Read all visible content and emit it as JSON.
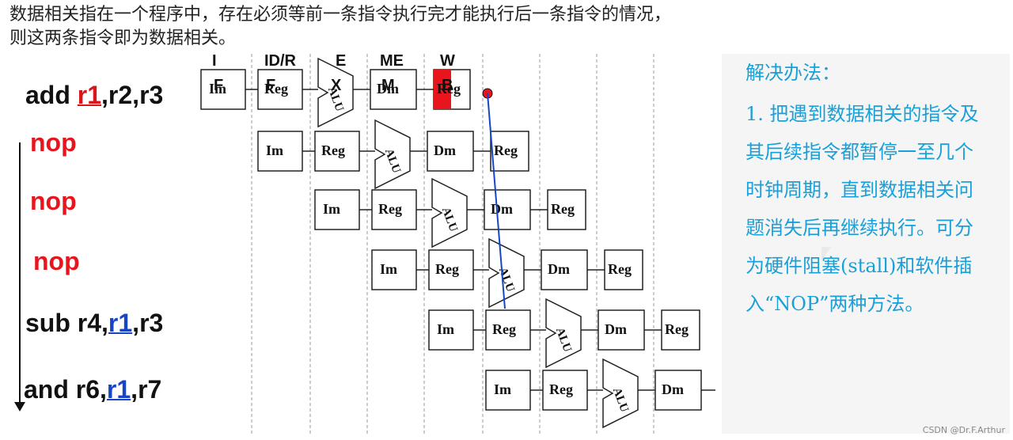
{
  "intro": {
    "line1": "数据相关指在一个程序中，存在必须等前一条指令执行完才能执行后一条指令的情况，",
    "line2": "则这两条指令即为数据相关。"
  },
  "stages": [
    "I",
    "ID/R",
    "E",
    "ME",
    "W"
  ],
  "stage_subs": [
    "F",
    "F",
    "X",
    "M",
    "B"
  ],
  "instructions": [
    {
      "pre": "add ",
      "reg": "r1",
      "post": ",r2,r3"
    },
    {
      "text": "nop"
    },
    {
      "text": "nop"
    },
    {
      "text": "nop"
    },
    {
      "pre": "sub r4,",
      "reg": "r1",
      "post": ",r3"
    },
    {
      "pre": "and r6,",
      "reg": "r1",
      "post": ",r7"
    }
  ],
  "units": {
    "im": "Im",
    "reg": "Reg",
    "alu": "ALU",
    "dm": "Dm"
  },
  "solution": {
    "title": "解决办法：",
    "lines": [
      "1. 把遇到数据相关的指令及",
      "其后续指令都暂停一至几个",
      "时钟周期，直到数据相关问",
      "题消失后再继续执行。可分",
      "为硬件阻塞(stall)和软件插",
      "入“NOP”两种方法。"
    ]
  },
  "credit": "CSDN @Dr.F.Arthur",
  "colors": {
    "red": "#e8161c",
    "blue": "#1845c4",
    "cyan": "#1aa0d8"
  },
  "icons": [
    "arrow-down-icon",
    "cursor-icon",
    "hazard-line-icon"
  ]
}
